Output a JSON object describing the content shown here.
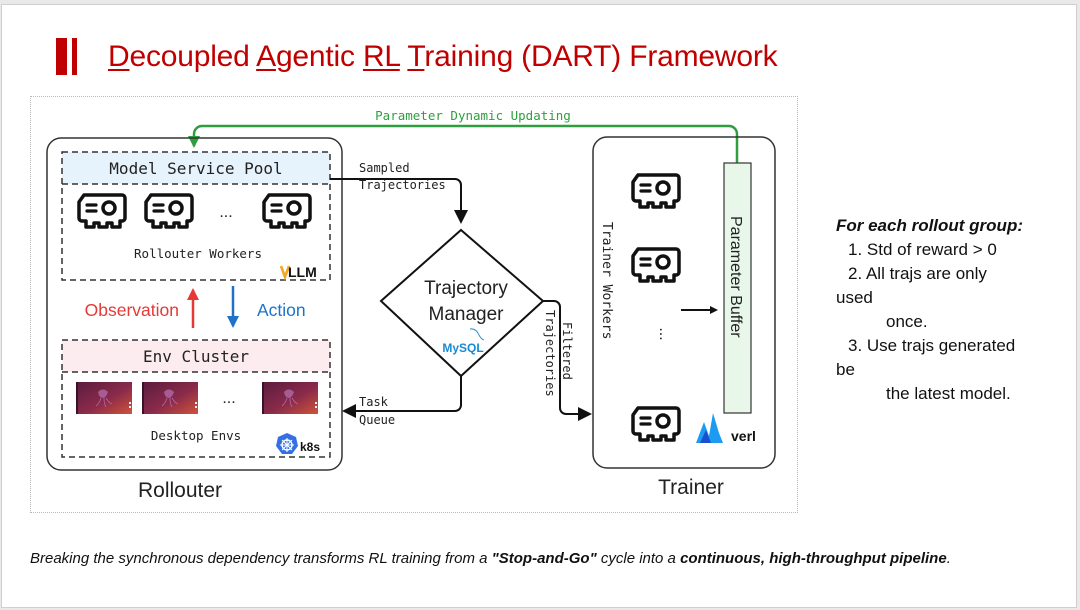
{
  "title": {
    "parts": [
      {
        "text": "D",
        "underline": true
      },
      {
        "text": "ecoupled ",
        "underline": false
      },
      {
        "text": "A",
        "underline": true
      },
      {
        "text": "gentic ",
        "underline": false
      },
      {
        "text": "RL",
        "underline": true
      },
      {
        "text": " ",
        "underline": false
      },
      {
        "text": "T",
        "underline": true
      },
      {
        "text": "raining (DART) Framework",
        "underline": false
      }
    ]
  },
  "colors": {
    "title_red": "#c00000",
    "green_arrow": "#2e9e3e",
    "observation_red": "#e53935",
    "action_blue": "#1e73c8",
    "model_pool_fill": "#e6f2fc",
    "env_cluster_fill": "#fdecef",
    "param_buffer_fill": "#e8f7ea",
    "mysql_blue": "#1a8ad4"
  },
  "diagram": {
    "param_update_label": "Parameter Dynamic Updating",
    "rollouter": {
      "label": "Rollouter",
      "model_service_pool": "Model Service Pool",
      "rollouter_workers": "Rollouter Workers",
      "vllm_logo": "vLLM",
      "observation": "Observation",
      "action": "Action",
      "env_cluster": "Env Cluster",
      "desktop_envs": "Desktop Envs",
      "k8s_logo": "k8s",
      "ellipsis": "..."
    },
    "sampled_trajectories": [
      "Sampled",
      "Trajectories"
    ],
    "trajectory_manager": [
      "Trajectory",
      "Manager"
    ],
    "mysql_logo": "MySQL",
    "task_queue": [
      "Task",
      "Queue"
    ],
    "filtered_trajectories": [
      "Filtered",
      "Trajectories"
    ],
    "trainer": {
      "label": "Trainer",
      "trainer_workers": "Trainer Workers",
      "parameter_buffer": "Parameter Buffer",
      "verl_logo": "verl",
      "ellipsis": "..."
    }
  },
  "notes": {
    "heading": "For each rollout group:",
    "lines": [
      {
        "text": "1. Std of reward > 0",
        "indent": 1
      },
      {
        "text": "2. All trajs are only",
        "indent": 1
      },
      {
        "text": "used",
        "indent": 0
      },
      {
        "text": "once.",
        "indent": 2
      },
      {
        "text": "3. Use trajs generated",
        "indent": 1
      },
      {
        "text": "be",
        "indent": 0
      },
      {
        "text": "the latest model.",
        "indent": 2
      }
    ]
  },
  "caption": {
    "parts": [
      {
        "text": "Breaking the synchronous dependency transforms RL training from a ",
        "bold": false
      },
      {
        "text": "\"Stop-and-Go\"",
        "bold": true
      },
      {
        "text": " cycle into a ",
        "bold": false
      },
      {
        "text": "continuous, high-throughput pipeline",
        "bold": true
      },
      {
        "text": ".",
        "bold": false
      }
    ]
  }
}
